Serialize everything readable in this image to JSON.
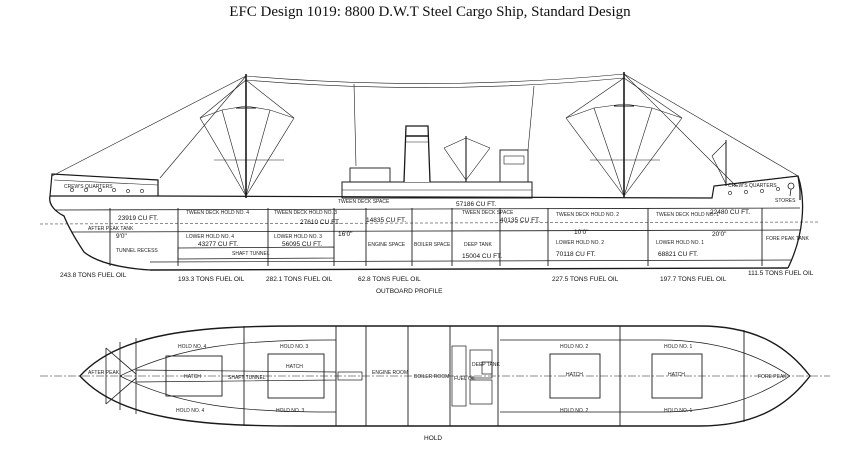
{
  "title": "EFC Design 1019:  8800 D.W.T Steel Cargo Ship, Standard Design",
  "profile": {
    "caption": "OUTBOARD PROFILE",
    "spaces": [
      {
        "id": "after-peak-tank",
        "label": "AFTER PEAK TANK"
      },
      {
        "id": "tunnel-recess",
        "label": "TUNNEL RECESS"
      },
      {
        "id": "tween-deck-hold-4",
        "label": "TWEEN DECK HOLD NO. 4"
      },
      {
        "id": "lower-hold-4",
        "label": "LOWER HOLD NO. 4"
      },
      {
        "id": "tween-deck-hold-3",
        "label": "TWEEN DECK HOLD NO. 3"
      },
      {
        "id": "lower-hold-3",
        "label": "LOWER HOLD NO. 3"
      },
      {
        "id": "shaft-tunnel",
        "label": "SHAFT TUNNEL"
      },
      {
        "id": "tween-deck-space-aft",
        "label": "TWEEN DECK SPACE"
      },
      {
        "id": "engine-space",
        "label": "ENGINE SPACE"
      },
      {
        "id": "boiler-space",
        "label": "BOILER SPACE"
      },
      {
        "id": "deep-tank",
        "label": "DEEP TANK"
      },
      {
        "id": "tween-deck-space-fwd",
        "label": "TWEEN DECK SPACE"
      },
      {
        "id": "tween-deck-hold-2",
        "label": "TWEEN DECK HOLD NO. 2"
      },
      {
        "id": "lower-hold-2",
        "label": "LOWER HOLD NO. 2"
      },
      {
        "id": "tween-deck-hold-1",
        "label": "TWEEN DECK HOLD NO. 1"
      },
      {
        "id": "lower-hold-1",
        "label": "LOWER HOLD NO. 1"
      },
      {
        "id": "fore-peak-tank",
        "label": "FORE PEAK TANK"
      },
      {
        "id": "stores",
        "label": "STORES"
      },
      {
        "id": "crews-quarters-aft",
        "label": "CREW'S QUARTERS"
      },
      {
        "id": "crews-quarters-fwd",
        "label": "CREW'S QUARTERS"
      }
    ],
    "capacities": [
      {
        "id": "cap-1",
        "label": "23919 CU FT."
      },
      {
        "id": "cap-2",
        "label": "27610 CU FT."
      },
      {
        "id": "cap-3",
        "label": "14835 CU FT."
      },
      {
        "id": "cap-4",
        "label": "57186 CU FT."
      },
      {
        "id": "cap-5",
        "label": "40135 CU FT."
      },
      {
        "id": "cap-6",
        "label": "22480 CU FT."
      },
      {
        "id": "cap-7",
        "label": "43277 CU FT."
      },
      {
        "id": "cap-8",
        "label": "56095 CU FT."
      },
      {
        "id": "cap-9",
        "label": "15004 CU FT."
      },
      {
        "id": "cap-10",
        "label": "70118 CU FT."
      },
      {
        "id": "cap-11",
        "label": "68821 CU FT."
      }
    ],
    "heights": [
      {
        "id": "h-1",
        "label": "9'0\""
      },
      {
        "id": "h-2",
        "label": "16'0\""
      },
      {
        "id": "h-3",
        "label": "10'0\""
      },
      {
        "id": "h-4",
        "label": "20'0\""
      }
    ],
    "fuel": [
      {
        "id": "fuel-1",
        "label": "243.8 TONS FUEL OIL"
      },
      {
        "id": "fuel-2",
        "label": "193.3 TONS FUEL OIL"
      },
      {
        "id": "fuel-3",
        "label": "282.1 TONS FUEL OIL"
      },
      {
        "id": "fuel-4",
        "label": "62.8 TONS FUEL OIL"
      },
      {
        "id": "fuel-5",
        "label": "227.5 TONS FUEL OIL"
      },
      {
        "id": "fuel-6",
        "label": "197.7 TONS FUEL OIL"
      },
      {
        "id": "fuel-7",
        "label": "111.5 TONS FUEL OIL"
      }
    ]
  },
  "plan": {
    "caption": "HOLD",
    "spaces": [
      {
        "id": "plan-after-peak",
        "label": "AFTER PEAK"
      },
      {
        "id": "plan-hold-4-top",
        "label": "HOLD NO. 4"
      },
      {
        "id": "plan-hold-4-bottom",
        "label": "HOLD NO. 4"
      },
      {
        "id": "plan-hold-3-top",
        "label": "HOLD NO. 3"
      },
      {
        "id": "plan-hold-3-bottom",
        "label": "HOLD NO. 3"
      },
      {
        "id": "plan-shaft-tunnel",
        "label": "SHAFT TUNNEL"
      },
      {
        "id": "plan-engine-room",
        "label": "ENGINE ROOM"
      },
      {
        "id": "plan-boiler-room",
        "label": "BOILER ROOM"
      },
      {
        "id": "plan-fuel-oil",
        "label": "FUEL OIL"
      },
      {
        "id": "plan-deep-tank",
        "label": "DEEP TANK"
      },
      {
        "id": "plan-hold-2-top",
        "label": "HOLD NO. 2"
      },
      {
        "id": "plan-hold-2-bottom",
        "label": "HOLD NO. 2"
      },
      {
        "id": "plan-hold-1-top",
        "label": "HOLD NO. 1"
      },
      {
        "id": "plan-hold-1-bottom",
        "label": "HOLD NO. 1"
      },
      {
        "id": "plan-fore-peak",
        "label": "FORE PEAK"
      }
    ],
    "hatches": [
      {
        "id": "hatch-4",
        "label": "HATCH"
      },
      {
        "id": "hatch-3",
        "label": "HATCH"
      },
      {
        "id": "hatch-2",
        "label": "HATCH"
      },
      {
        "id": "hatch-1",
        "label": "HATCH"
      }
    ]
  }
}
